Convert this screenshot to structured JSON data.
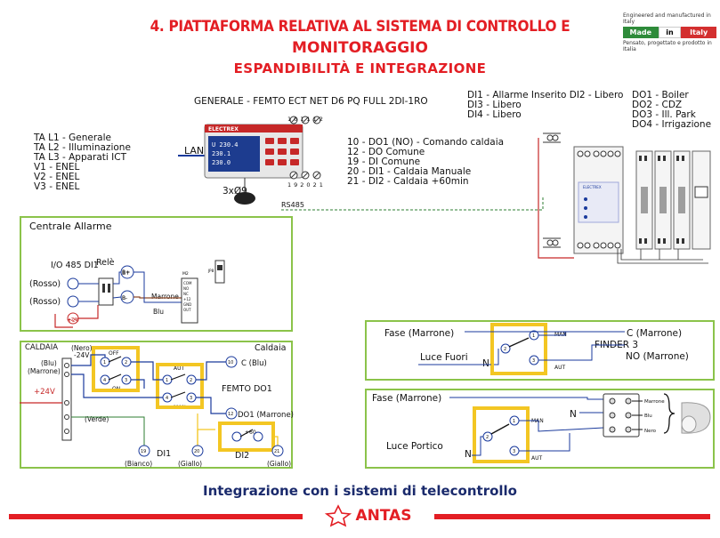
{
  "header": {
    "title_line1": "4.  PIATTAFORMA RELATIVA AL SISTEMA DI CONTROLLO E",
    "title_line2": "MONITORAGGIO",
    "subtitle": "ESPANDIBILITÀ E INTEGRAZIONE"
  },
  "badge": {
    "top_text": "Engineered and manufactured in Italy",
    "made": "Made",
    "in": "in",
    "italy": "Italy",
    "bottom_text": "Pensato, progettato e prodotto in Italia",
    "colors": {
      "green": "#2e8b3a",
      "red": "#d32f2f"
    }
  },
  "generale": {
    "label": "GENERALE - FEMTO ECT NET D6 PQ FULL 2DI-1RO",
    "lan": "LAN",
    "rs485": "RS485",
    "ct": "3xØ9",
    "inputs": [
      "TA L1 - Generale",
      "TA L2 - Illuminazione",
      "TA L3 - Apparati ICT",
      "V1 - ENEL",
      "V2 - ENEL",
      "V3 - ENEL"
    ],
    "terminals_top": [
      "10",
      "11",
      "12"
    ],
    "terminals_bottom": [
      "19",
      "20",
      "21"
    ],
    "terminal_notes": [
      "10 - DO1 (NO) - Comando caldaia",
      "12 - DO Comune",
      "19 - DI Comune",
      "20 - DI1 - Caldaia Manuale",
      "21 - DI2 - Caldaia +60min"
    ]
  },
  "io_module": {
    "di_lines": [
      "DI1 - Allarme Inserito DI2 - Libero",
      "DI3 - Libero",
      "DI4 - Libero"
    ],
    "do_lines": [
      "DO1 - Boiler",
      "DO2 - CDZ",
      "DO3 - Ill. Park",
      "DO4 - Irrigazione"
    ]
  },
  "centrale_allarme": {
    "title": "Centrale Allarme",
    "io_label": "I/O 485 DI1",
    "rele": "Relè",
    "rosso1": "(Rosso)",
    "rosso2": "(Rosso)",
    "marrone": "Marrone",
    "blu": "Blu",
    "b_plus": "B+",
    "b_minus": "B-",
    "plus24": "+24"
  },
  "caldaia": {
    "title_left": "CALDAIA",
    "title_right": "Caldaia",
    "nero": "(Nero)",
    "v24": "-24V",
    "blu": "(Blu)",
    "marrone": "(Marrone)",
    "plus24": "+24V",
    "verde": "(Verde)",
    "off": "OFF",
    "on": "ON",
    "aut": "AUT",
    "man": "MAN",
    "c_blu": "C (Blu)",
    "femto_do1": "FEMTO DO1",
    "do1_marrone": "DO1 (Marrone)",
    "plus60": "+60",
    "di1": "DI1",
    "di2": "DI2",
    "bianco": "(Bianco)",
    "giallo1": "(Giallo)",
    "giallo2": "(Giallo)",
    "t19": "19",
    "t20": "20",
    "t21": "21",
    "t10": "10",
    "t12": "12"
  },
  "luce_fuori": {
    "fase": "Fase (Marrone)",
    "c_marrone": "C (Marrone)",
    "finder": "FINDER 3",
    "no_marrone": "NO (Marrone)",
    "luce": "Luce Fuori",
    "n": "N",
    "man": "MAN",
    "aut": "AUT",
    "t1": "1",
    "t2": "2",
    "t3": "3"
  },
  "luce_portico": {
    "fase": "Fase (Marrone)",
    "n_top": "N",
    "luce": "Luce Portico",
    "n": "N",
    "man": "MAN",
    "aut": "AUT",
    "marrone": "Marrone",
    "blu": "Blu",
    "nero": "Nero",
    "t1": "1",
    "t2": "2",
    "t3": "3"
  },
  "footer": {
    "title": "Integrazione con  i sistemi di telecontrollo",
    "logo": "ANTAS"
  }
}
